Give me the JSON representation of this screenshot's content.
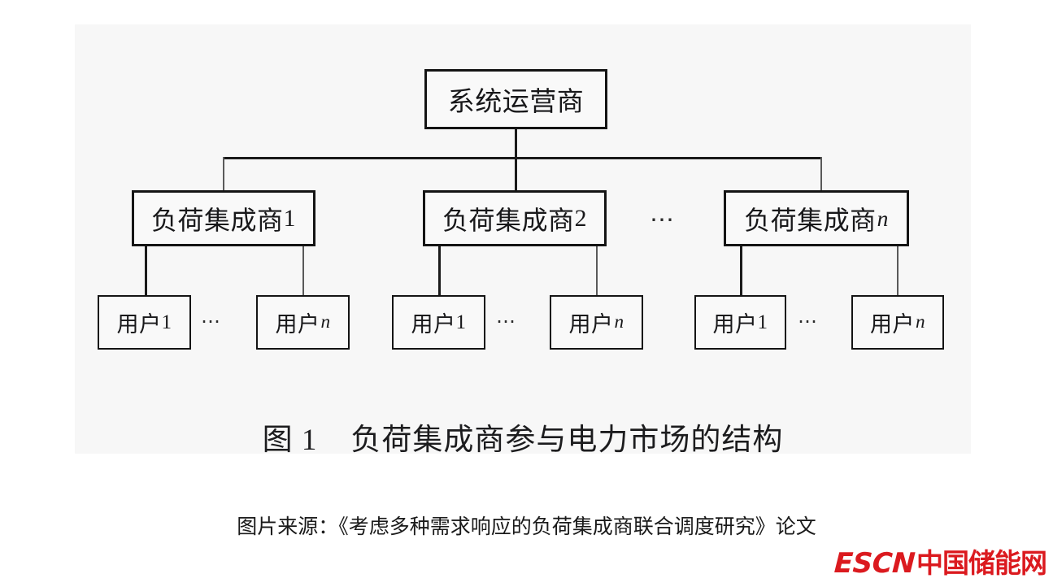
{
  "figure": {
    "background_color": "#f7f7f7",
    "line_color": "#1a1a1a",
    "box_border_color": "#141414",
    "caption": "图 1    负荷集成商参与电力市场的结构",
    "nodes": {
      "operator": {
        "label": "系统运营商"
      },
      "aggregators": [
        {
          "label": "负荷集成商",
          "suffix": "1",
          "suffix_italic": false
        },
        {
          "label": "负荷集成商",
          "suffix": "2",
          "suffix_italic": false
        },
        {
          "label": "负荷集成商",
          "suffix": "n",
          "suffix_italic": true
        }
      ],
      "aggregator_ellipsis": "⋯",
      "users": [
        {
          "label": "用户",
          "suffix": "1",
          "suffix_italic": false
        },
        {
          "label": "用户",
          "suffix": "n",
          "suffix_italic": true
        },
        {
          "label": "用户",
          "suffix": "1",
          "suffix_italic": false
        },
        {
          "label": "用户",
          "suffix": "n",
          "suffix_italic": true
        },
        {
          "label": "用户",
          "suffix": "1",
          "suffix_italic": false
        },
        {
          "label": "用户",
          "suffix": "n",
          "suffix_italic": true
        }
      ],
      "user_ellipsis": "⋯"
    }
  },
  "source": {
    "text": "图片来源：《考虑多种需求响应的负荷集成商联合调度研究》论文"
  },
  "watermark": {
    "brand_latin": "ESCN",
    "brand_cn": "中国储能网",
    "color": "#DB1A1F"
  }
}
